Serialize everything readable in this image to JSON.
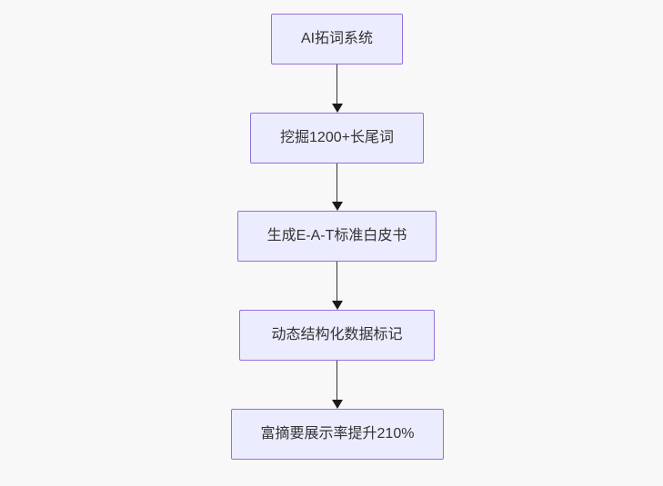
{
  "flowchart": {
    "type": "flowchart",
    "direction": "top-down",
    "nodes": [
      {
        "label": "AI拓词系统"
      },
      {
        "label": "挖掘1200+长尾词"
      },
      {
        "label": "生成E-A-T标准白皮书"
      },
      {
        "label": "动态结构化数据标记"
      },
      {
        "label": "富摘要展示率提升210%"
      }
    ],
    "edges": [
      {
        "from": 0,
        "to": 1
      },
      {
        "from": 1,
        "to": 2
      },
      {
        "from": 2,
        "to": 3
      },
      {
        "from": 3,
        "to": 4
      }
    ],
    "colors": {
      "background": "#f8f8f8",
      "node_fill": "#ECECFF",
      "node_border": "#9370DB",
      "edge_line": "#333333",
      "text": "#333333"
    }
  }
}
